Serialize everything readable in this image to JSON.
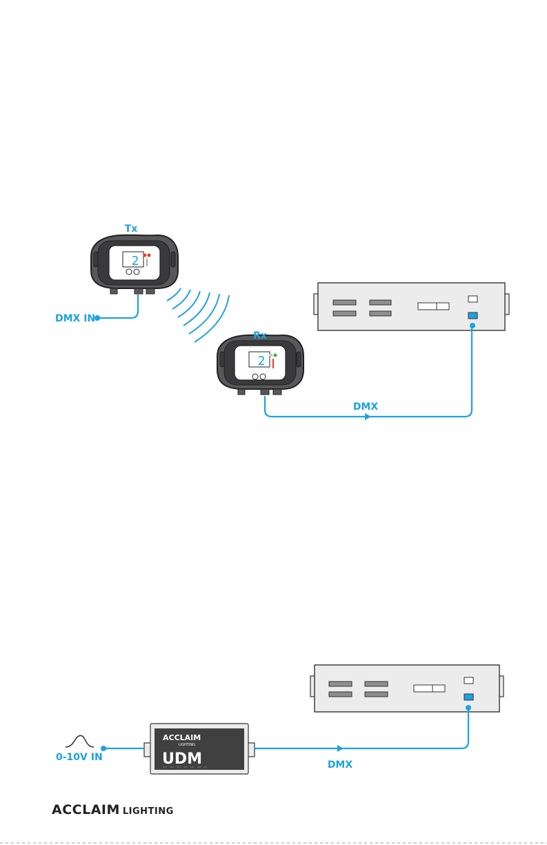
{
  "labels": {
    "tx": "Tx",
    "rx": "Rx",
    "dmx_in": "DMX IN",
    "dmx_top": "DMX",
    "dmx_bottom": "DMX",
    "in_010v": "0-10V IN",
    "tx_display": "2",
    "rx_display": "2"
  },
  "udm": {
    "brand": "ACCLAIM",
    "brand_sub": "LIGHTING",
    "model": "UDM"
  },
  "footer": {
    "brand": "ACCLAIM",
    "sub": "LIGHTING"
  },
  "colors": {
    "accent": "#1ba3df",
    "device_body": "#58585a",
    "udm_body": "#404041",
    "rack": "#ececec"
  },
  "icons": [
    "wireless-signal-icon",
    "analog-wave-icon",
    "arrow-right-icon"
  ]
}
